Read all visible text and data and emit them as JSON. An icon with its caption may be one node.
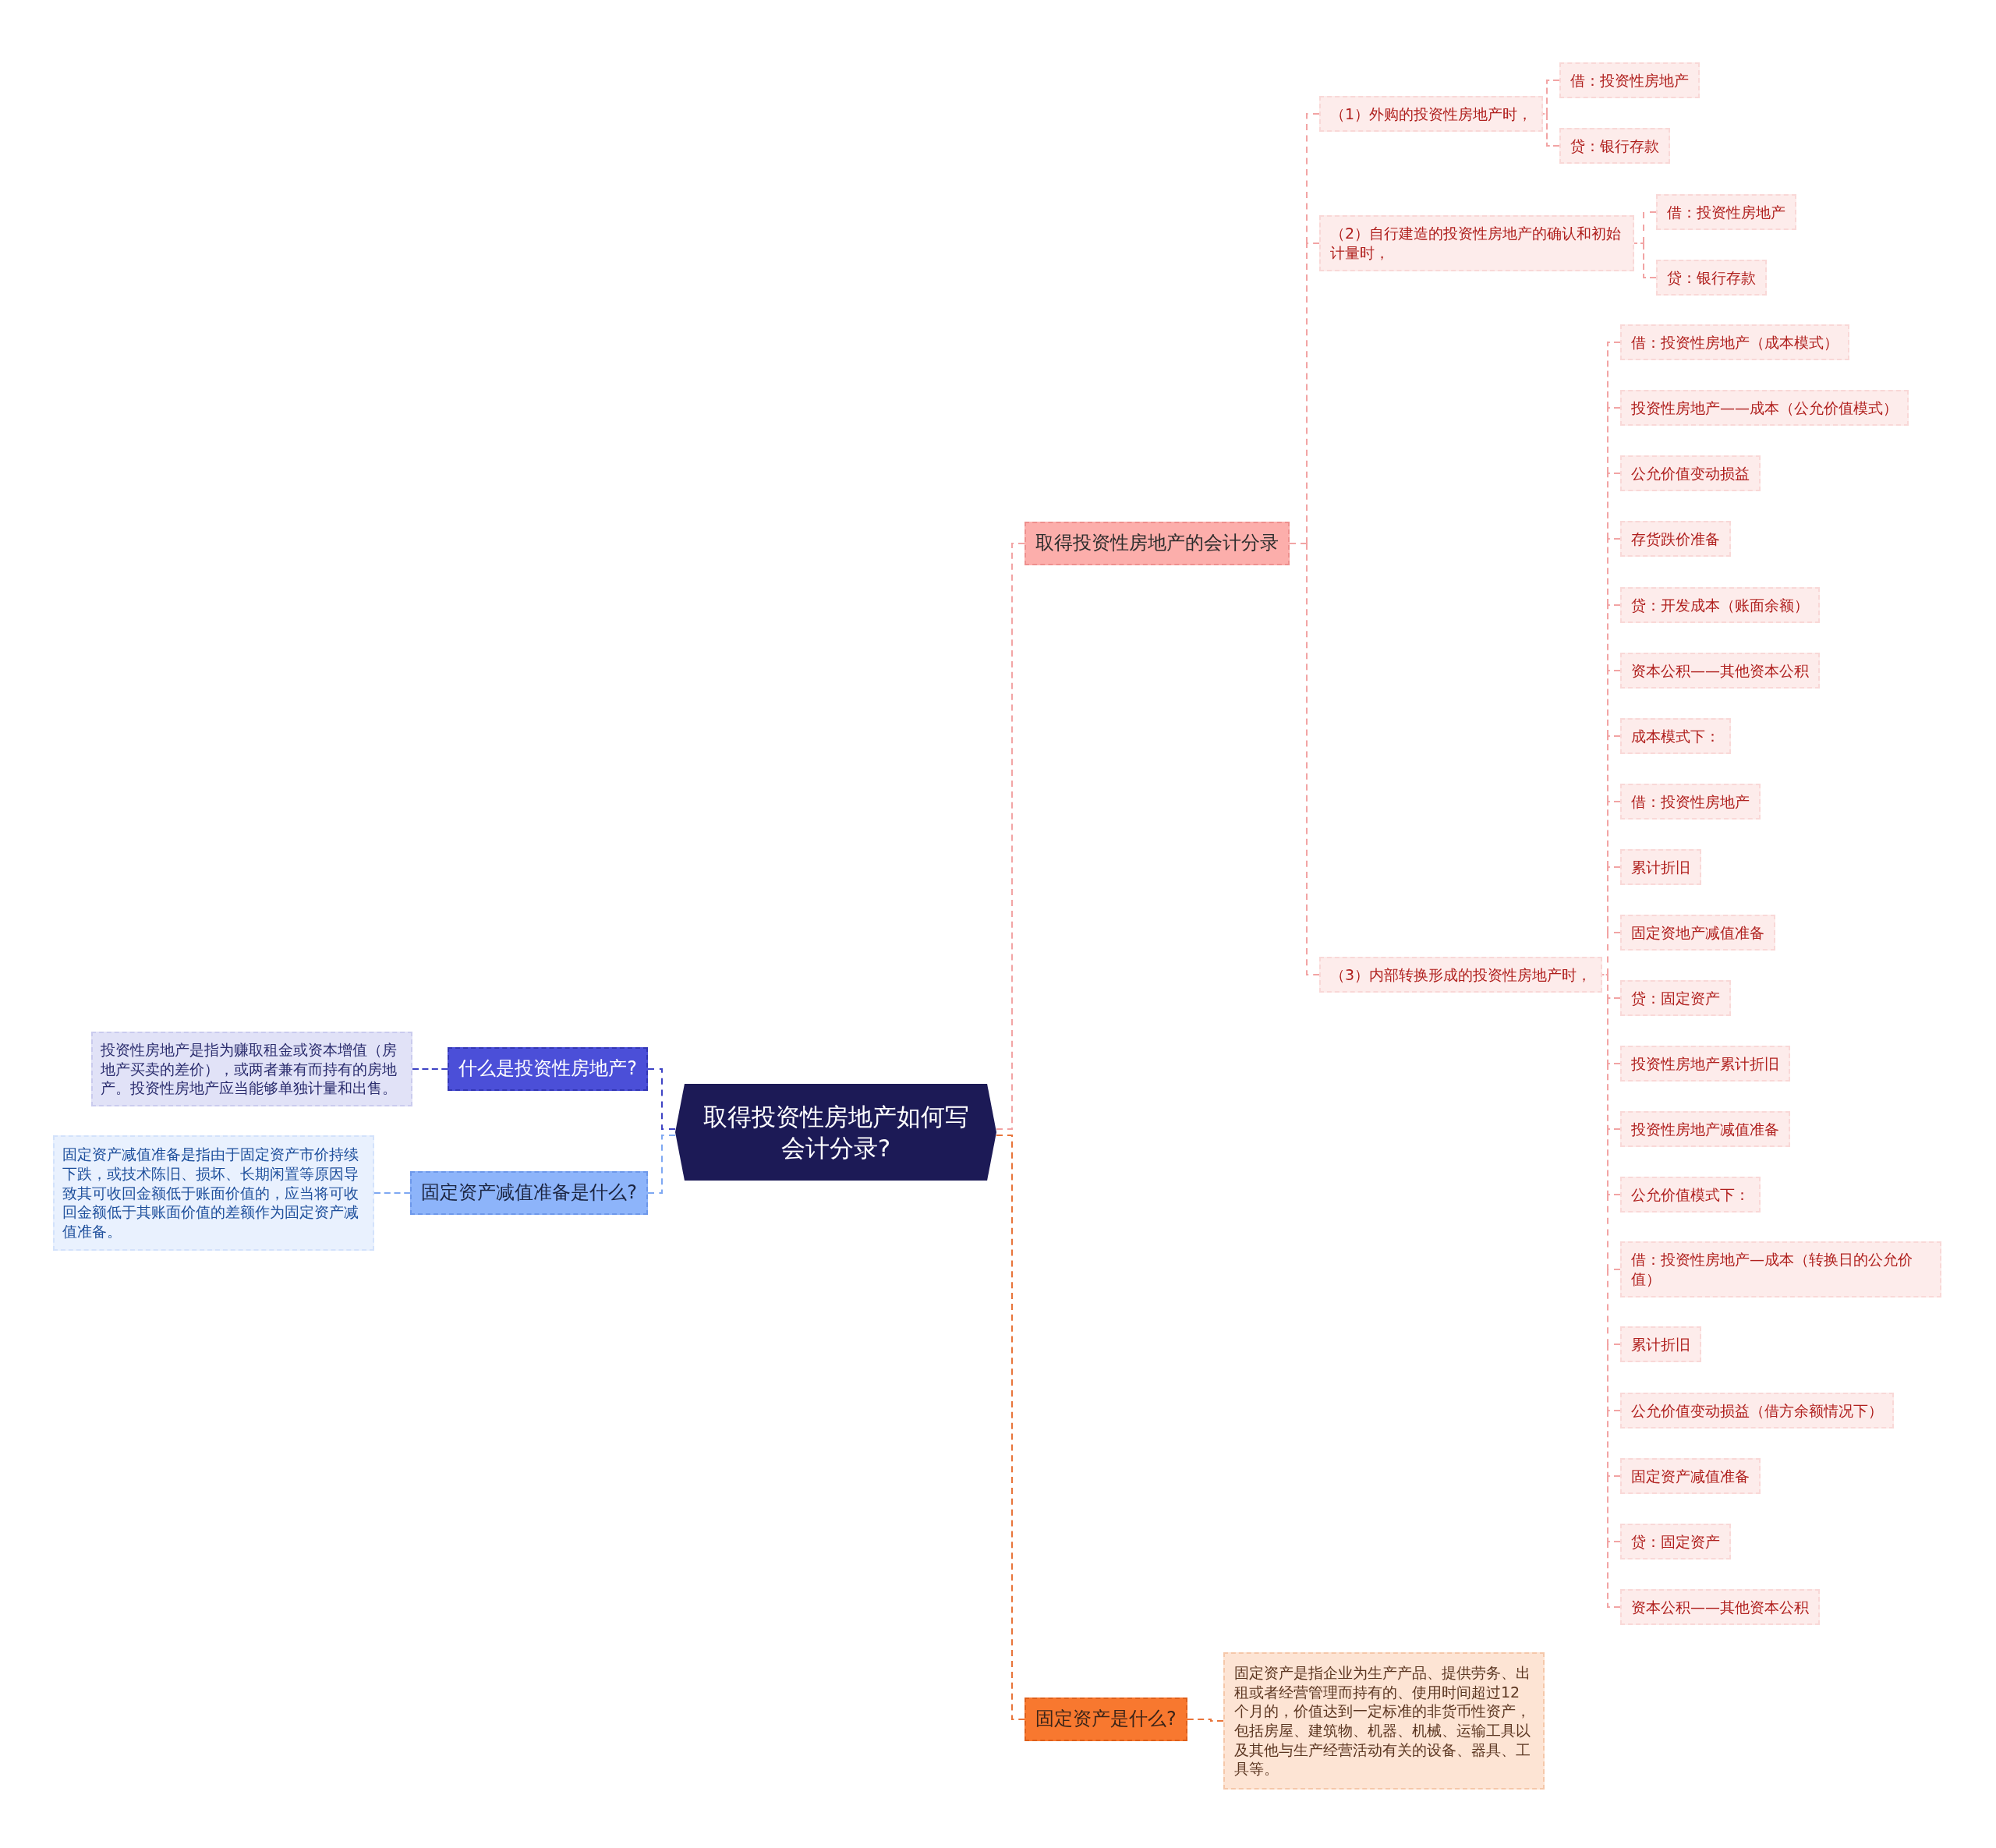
{
  "diagram": {
    "nodes": [
      {
        "text": [
          "取得投资性房地产如何写会计分录?"
        ]
      },
      {
        "text": [
          "取得投资性房地产的会计分录"
        ]
      },
      {
        "text": [
          "（1）外购的投资性房地产时，"
        ]
      },
      {
        "text": [
          "借：投资性房地产"
        ]
      },
      {
        "text": [
          "贷：银行存款"
        ]
      },
      {
        "text": [
          "（2）自行建造的投资性房地产的确认和初始计量时，"
        ]
      },
      {
        "text": [
          "借：投资性房地产"
        ]
      },
      {
        "text": [
          "贷：银行存款"
        ]
      },
      {
        "text": [
          "（3）内部转换形成的投资性房地产时，"
        ]
      },
      {
        "text": [
          "借：投资性房地产（成本模式）"
        ]
      },
      {
        "text": [
          "投资性房地产——成本（公允价值模式）"
        ]
      },
      {
        "text": [
          "公允价值变动损益"
        ]
      },
      {
        "text": [
          "存货跌价准备"
        ]
      },
      {
        "text": [
          "贷：开发成本（账面余额）"
        ]
      },
      {
        "text": [
          "资本公积——其他资本公积"
        ]
      },
      {
        "text": [
          "成本模式下："
        ]
      },
      {
        "text": [
          "借：投资性房地产"
        ]
      },
      {
        "text": [
          "累计折旧"
        ]
      },
      {
        "text": [
          "固定资地产减值准备"
        ]
      },
      {
        "text": [
          "贷：固定资产"
        ]
      },
      {
        "text": [
          "投资性房地产累计折旧"
        ]
      },
      {
        "text": [
          "投资性房地产减值准备"
        ]
      },
      {
        "text": [
          "公允价值模式下："
        ]
      },
      {
        "text": [
          "借：投资性房地产—成本（转换日的公允价值）"
        ]
      },
      {
        "text": [
          "累计折旧"
        ]
      },
      {
        "text": [
          "公允价值变动损益（借方余额情况下）"
        ]
      },
      {
        "text": [
          "固定资产减值准备"
        ]
      },
      {
        "text": [
          "贷：固定资产"
        ]
      },
      {
        "text": [
          "资本公积——其他资本公积"
        ]
      },
      {
        "text": [
          "固定资产是什么?"
        ]
      },
      {
        "text": [
          "固定资产是指企业为生产产品、提供劳务、出租或者经营管理而持有的、使用时间超过12个月的，价值达到一定标准的非货币性资产，包括房屋、建筑物、机器、机械、运输工具以及其他与生产经营活动有关的设备、器具、工具等。"
        ]
      },
      {
        "text": [
          "什么是投资性房地产?"
        ]
      },
      {
        "text": [
          "投资性房地产是指为赚取租金或资本增值（房地产买卖的差价），或两者兼有而持有的房地产。投资性房地产应当能够单独计量和出售。"
        ]
      },
      {
        "text": [
          "固定资产减值准备是什么?"
        ]
      },
      {
        "text": [
          "固定资产减值准备是指由于固定资产市价持续下跌，或技术陈旧、损坏、长期闲置等原因导致其可收回金额低于账面价值的，应当将可收回金额低于其账面价值的差额作为固定资产减值准备。"
        ]
      }
    ],
    "edges": [
      {
        "from": 0,
        "to": 1,
        "arrow": "none",
        "style": "dashed"
      },
      {
        "from": 1,
        "to": 2,
        "arrow": "none",
        "style": "dashed"
      },
      {
        "from": 2,
        "to": 3,
        "arrow": "none",
        "style": "dashed"
      },
      {
        "from": 2,
        "to": 4,
        "arrow": "none",
        "style": "dashed"
      },
      {
        "from": 1,
        "to": 5,
        "arrow": "none",
        "style": "dashed"
      },
      {
        "from": 5,
        "to": 6,
        "arrow": "none",
        "style": "dashed"
      },
      {
        "from": 5,
        "to": 7,
        "arrow": "none",
        "style": "dashed"
      },
      {
        "from": 1,
        "to": 8,
        "arrow": "none",
        "style": "dashed"
      },
      {
        "from": 8,
        "to": 9,
        "arrow": "none",
        "style": "dashed"
      },
      {
        "from": 8,
        "to": 10,
        "arrow": "none",
        "style": "dashed"
      },
      {
        "from": 8,
        "to": 11,
        "arrow": "none",
        "style": "dashed"
      },
      {
        "from": 8,
        "to": 12,
        "arrow": "none",
        "style": "dashed"
      },
      {
        "from": 8,
        "to": 13,
        "arrow": "none",
        "style": "dashed"
      },
      {
        "from": 8,
        "to": 14,
        "arrow": "none",
        "style": "dashed"
      },
      {
        "from": 8,
        "to": 15,
        "arrow": "none",
        "style": "dashed"
      },
      {
        "from": 8,
        "to": 16,
        "arrow": "none",
        "style": "dashed"
      },
      {
        "from": 8,
        "to": 17,
        "arrow": "none",
        "style": "dashed"
      },
      {
        "from": 8,
        "to": 18,
        "arrow": "none",
        "style": "dashed"
      },
      {
        "from": 8,
        "to": 19,
        "arrow": "none",
        "style": "dashed"
      },
      {
        "from": 8,
        "to": 20,
        "arrow": "none",
        "style": "dashed"
      },
      {
        "from": 8,
        "to": 21,
        "arrow": "none",
        "style": "dashed"
      },
      {
        "from": 8,
        "to": 22,
        "arrow": "none",
        "style": "dashed"
      },
      {
        "from": 8,
        "to": 23,
        "arrow": "none",
        "style": "dashed"
      },
      {
        "from": 8,
        "to": 24,
        "arrow": "none",
        "style": "dashed"
      },
      {
        "from": 8,
        "to": 25,
        "arrow": "none",
        "style": "dashed"
      },
      {
        "from": 8,
        "to": 26,
        "arrow": "none",
        "style": "dashed"
      },
      {
        "from": 8,
        "to": 27,
        "arrow": "none",
        "style": "dashed"
      },
      {
        "from": 8,
        "to": 28,
        "arrow": "none",
        "style": "dashed"
      },
      {
        "from": 0,
        "to": 29,
        "arrow": "none",
        "style": "dashed",
        "color": "#e8743a"
      },
      {
        "from": 29,
        "to": 30,
        "arrow": "none",
        "style": "dashed",
        "color": "#e8743a"
      },
      {
        "from": 0,
        "to": 31,
        "arrow": "none",
        "style": "dashed",
        "color": "#3e43c4"
      },
      {
        "from": 31,
        "to": 32,
        "arrow": "none",
        "style": "dashed",
        "color": "#3e43c4"
      },
      {
        "from": 0,
        "to": 33,
        "arrow": "none",
        "style": "dashed",
        "color": "#7ea8f2"
      },
      {
        "from": 33,
        "to": 34,
        "arrow": "none",
        "style": "dashed",
        "color": "#7ea8f2"
      }
    ]
  }
}
